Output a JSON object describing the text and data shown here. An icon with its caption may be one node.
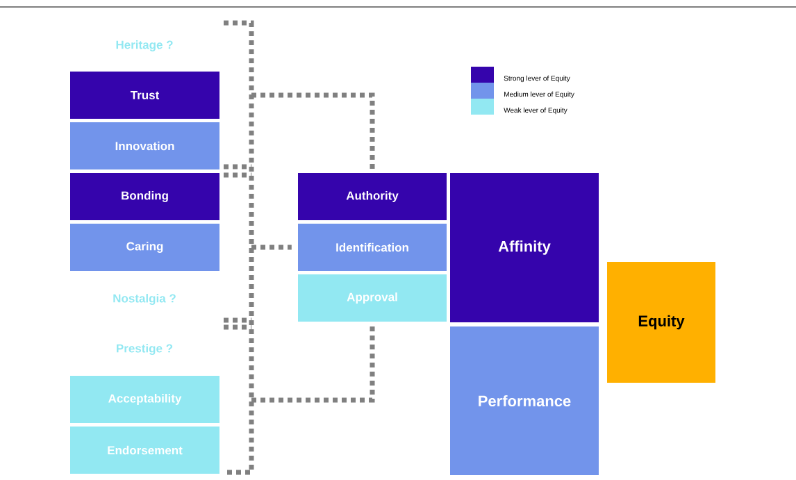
{
  "diagram": {
    "nodes": [
      {
        "text": [
          "Trust"
        ]
      },
      {
        "text": [
          "Innovation"
        ]
      },
      {
        "text": [
          "Bonding"
        ]
      },
      {
        "text": [
          "Caring"
        ]
      },
      {
        "text": [
          "Acceptability"
        ]
      },
      {
        "text": [
          "Endorsement"
        ]
      },
      {
        "text": [
          "Authority"
        ]
      },
      {
        "text": [
          "Identification"
        ]
      },
      {
        "text": [
          "Approval"
        ]
      },
      {
        "text": [
          "Affinity"
        ]
      },
      {
        "text": [
          "Performance"
        ]
      },
      {
        "text": [
          "Equity"
        ]
      }
    ],
    "edges": [
      {
        "from": null,
        "to": 6,
        "arrow": "none",
        "style": "dashed"
      },
      {
        "from": null,
        "to": 7,
        "arrow": "none",
        "style": "dashed"
      },
      {
        "from": null,
        "to": 8,
        "arrow": "none",
        "style": "dashed"
      }
    ],
    "labels": [
      "Heritage ?",
      "Nostalgia ?",
      "Prestige ?"
    ],
    "legend": [
      {
        "text": "Strong lever of Equity",
        "color": "#3504ac"
      },
      {
        "text": "Medium lever of Equity",
        "color": "#7294eb"
      },
      {
        "text": "Weak lever of Equity",
        "color": "#92e8f2"
      }
    ]
  }
}
